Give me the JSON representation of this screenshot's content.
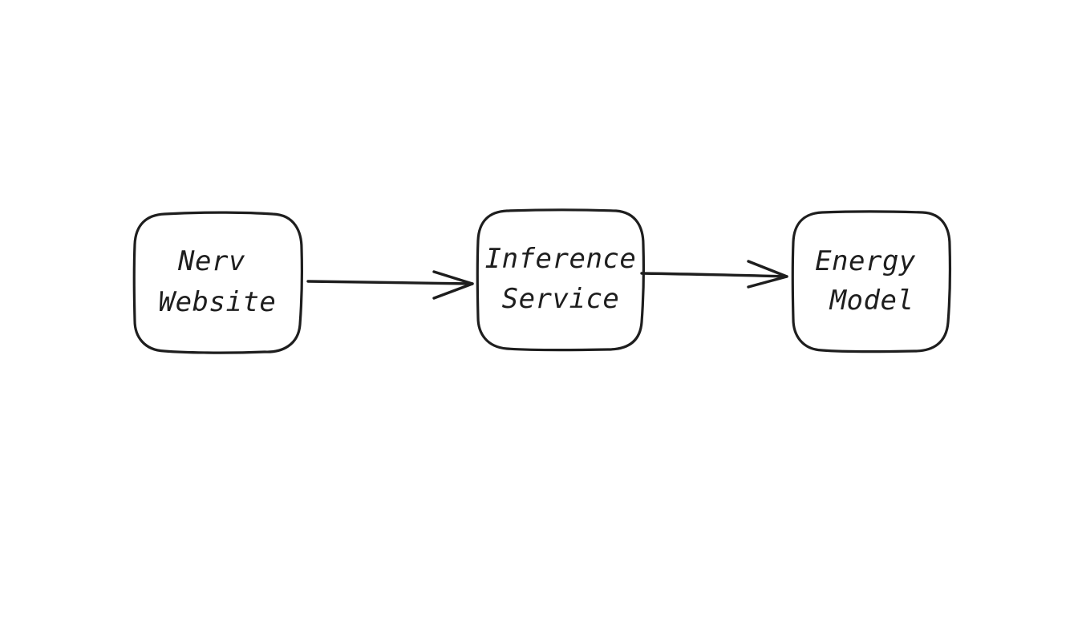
{
  "diagram": {
    "stroke_color": "#1e1e1e",
    "background_color": "#ffffff",
    "nodes": [
      {
        "id": "nerv-website",
        "lines": [
          "Nerv",
          "Website"
        ]
      },
      {
        "id": "inference-service",
        "lines": [
          "Inference",
          "Service"
        ]
      },
      {
        "id": "energy-model",
        "lines": [
          "Energy",
          "Model"
        ]
      }
    ],
    "edges": [
      {
        "from": "nerv-website",
        "to": "inference-service"
      },
      {
        "from": "inference-service",
        "to": "energy-model"
      }
    ]
  }
}
